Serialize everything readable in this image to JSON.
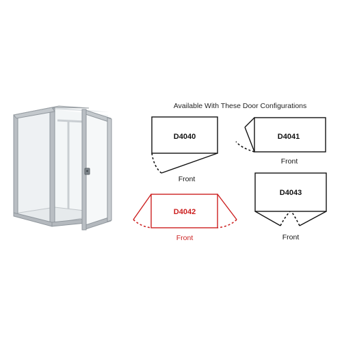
{
  "heading": "Available With These Door Configurations",
  "colors": {
    "normal": "#111111",
    "selected": "#cc1f1f",
    "frame": "#b7bcc1",
    "frame_dark": "#8e959b",
    "glass": "#eef2f4",
    "background": "#ffffff"
  },
  "configurations": [
    {
      "code": "D4040",
      "label": "Front",
      "selected": false
    },
    {
      "code": "D4041",
      "label": "Front",
      "selected": false
    },
    {
      "code": "D4042",
      "label": "Front",
      "selected": true
    },
    {
      "code": "D4043",
      "label": "Front",
      "selected": false
    }
  ]
}
